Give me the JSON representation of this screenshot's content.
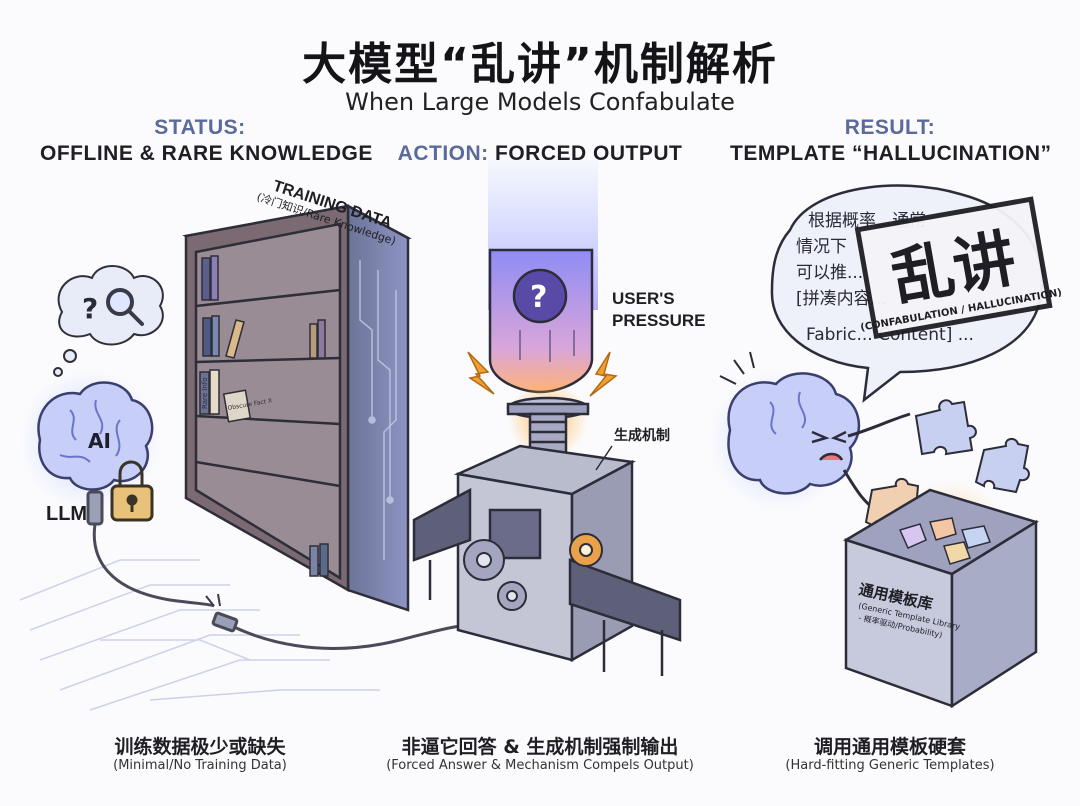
{
  "title": {
    "cn": "大模型“乱讲”机制解析",
    "en": "When Large Models Confabulate"
  },
  "columns": [
    {
      "label_top": "STATUS:",
      "label_bottom": "OFFLINE & RARE KNOWLEDGE",
      "caption_cn": "训练数据极少或缺失",
      "caption_en": "(Minimal/No Training Data)"
    },
    {
      "label_top": "ACTION:",
      "label_bottom": "FORCED OUTPUT",
      "caption_cn": "非逼它回答 & 生成机制强制输出",
      "caption_en": "(Forced Answer & Mechanism Compels Output)"
    },
    {
      "label_top": "RESULT:",
      "label_bottom": "TEMPLATE “HALLUCINATION”",
      "caption_cn": "调用通用模板硬套",
      "caption_en": "(Hard-fitting Generic Templates)"
    }
  ],
  "left_panel": {
    "brain_label": "AI",
    "llm_label": "LLM",
    "shelf_title": "TRAINING DATA",
    "shelf_subtitle": "(冷门知识/Rare Knowledge)",
    "book_label_1": "Rare Info",
    "book_label_2": "Obscure Fact X"
  },
  "middle_panel": {
    "pressure_label_1": "USER'S",
    "pressure_label_2": "PRESSURE",
    "mechanism_label": "生成机制"
  },
  "right_panel": {
    "speech_lines": [
      "根据概率...通常",
      "情况下",
      "可以推...",
      "[拼凑内容...",
      "Fabric... Content] ..."
    ],
    "stamp_cn": "乱讲",
    "stamp_en": "(CONFABULATION / HALLUCINATION)",
    "box_title": "通用模板库",
    "box_sub_1": "(Generic Template Library",
    "box_sub_2": "- 概率驱动/Probability)"
  }
}
